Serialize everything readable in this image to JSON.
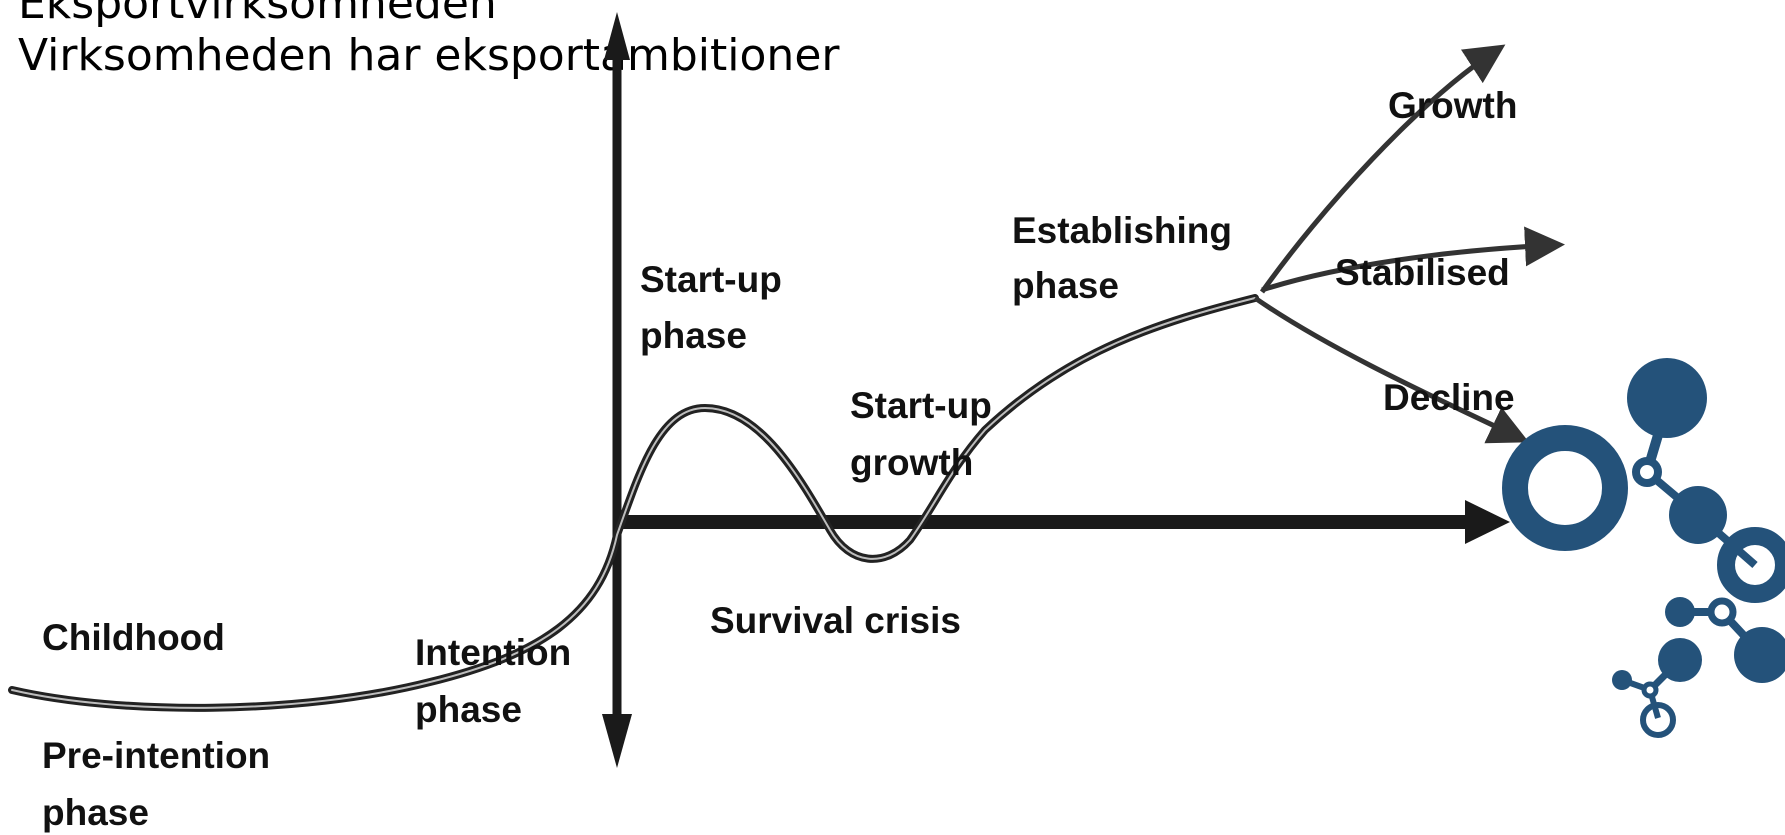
{
  "title": {
    "line1": "Eksportvirksomheden",
    "line2": "Virksomheden har eksportambitioner"
  },
  "diagram": {
    "labels": {
      "childhood": "Childhood",
      "pre_intention_1": "Pre-intention",
      "pre_intention_2": "phase",
      "intention_1": "Intention",
      "intention_2": "phase",
      "startup_1": "Start-up",
      "startup_2": "phase",
      "survival": "Survival crisis",
      "startup_growth_1": "Start-up",
      "startup_growth_2": "growth",
      "establishing_1": "Establishing",
      "establishing_2": "phase",
      "growth": "Growth",
      "stabilised": "Stabilised",
      "decline": "Decline"
    },
    "colors": {
      "ink": "#1a1a1a",
      "logo": "#24527a"
    }
  },
  "logo": {
    "icon": "molecule-dots-logo"
  }
}
